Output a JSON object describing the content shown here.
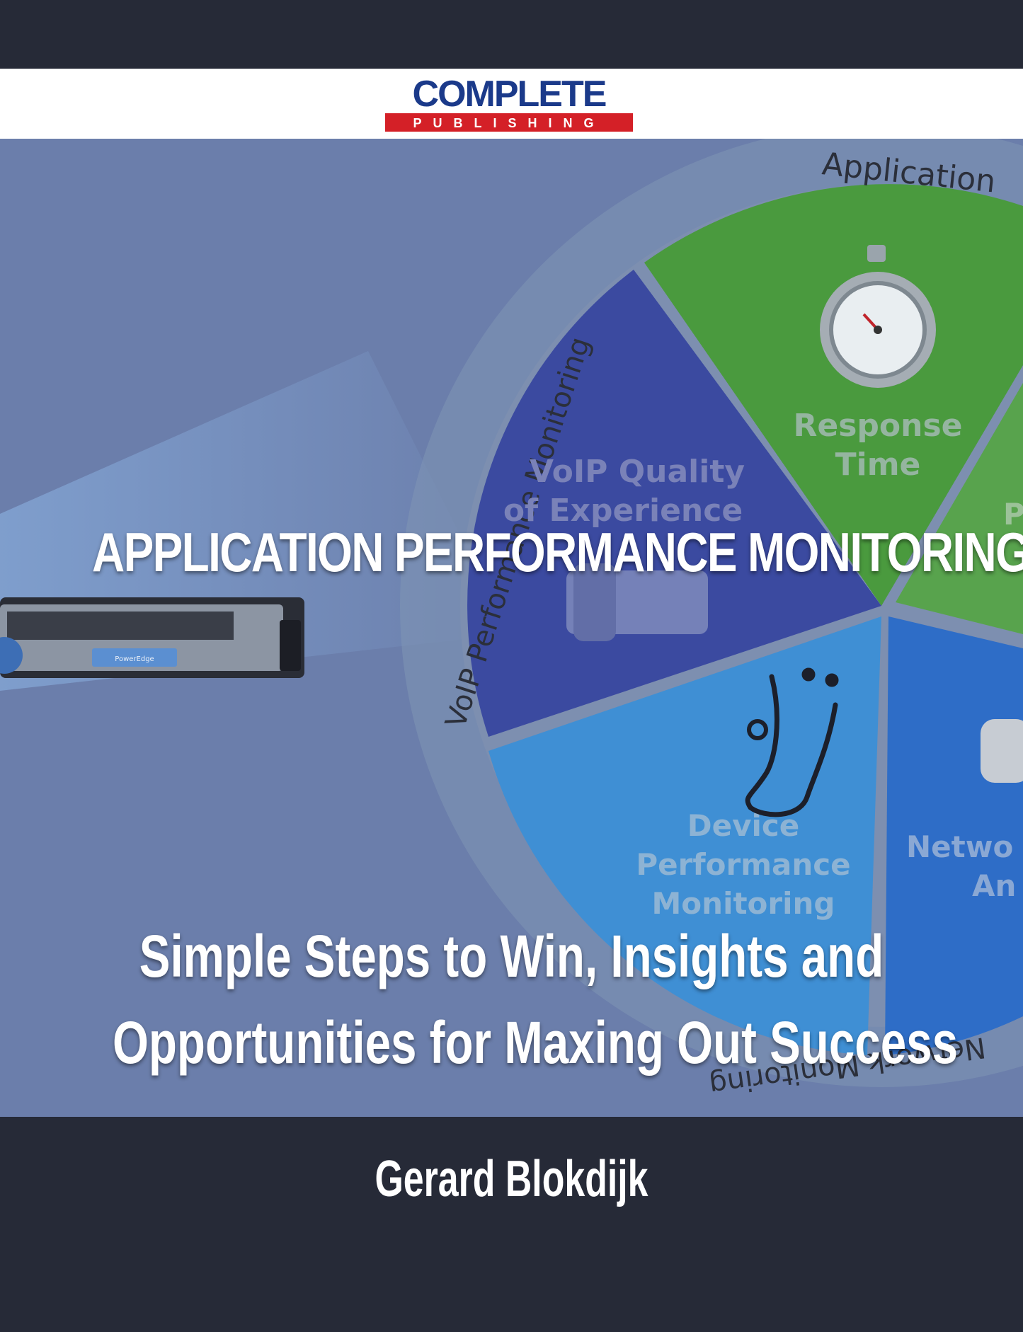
{
  "publisher": {
    "logo_main": "COMPLETE",
    "logo_sub": "PUBLISHING",
    "colors": {
      "navy": "#1b3a8a",
      "red": "#d42027"
    }
  },
  "artwork": {
    "ring_labels": {
      "top": "Application",
      "left": "VoIP Performance Monitoring",
      "bottom": "Network Monitoring"
    },
    "segments": [
      {
        "label_line1": "Response",
        "label_line2": "Time",
        "icon": "stopwatch-icon",
        "color": "#4a9a3e"
      },
      {
        "label_line1": "VoIP Quality",
        "label_line2": "of Experience",
        "icon": "desk-phone-icon",
        "color": "#3b4aa0"
      },
      {
        "label_line1": "Device",
        "label_line2": "Performance",
        "label_line3": "Monitoring",
        "icon": "stethoscope-icon",
        "color": "#3f8fd4"
      },
      {
        "label_line1": "Netwo",
        "label_line2": "An",
        "icon": "network-icon",
        "color": "#2e6dc7"
      },
      {
        "label_line1": "P",
        "color": "#58a34d"
      }
    ],
    "device_badge": "PowerEdge",
    "background_color": "#6b7eab"
  },
  "book": {
    "title": "APPLICATION PERFORMANCE MONITORING",
    "subtitle_line1": "Simple Steps to Win, Insights and",
    "subtitle_line2": "Opportunities for Maxing Out Success",
    "author": "Gerard Blokdijk"
  }
}
